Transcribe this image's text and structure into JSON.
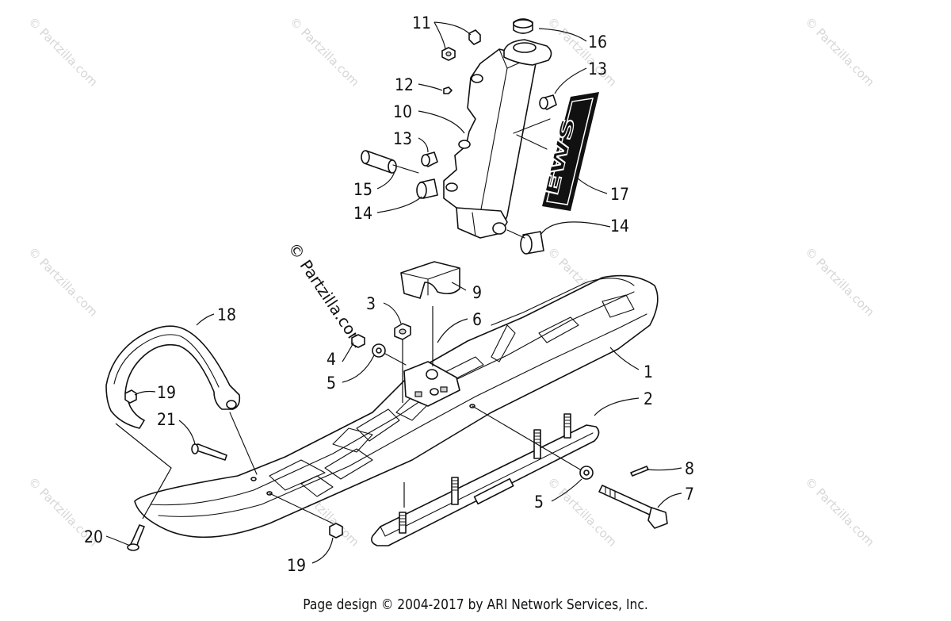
{
  "watermark": {
    "text": "© Partzilla.com",
    "main_text": "© Partzilla.com"
  },
  "callouts": [
    "1",
    "2",
    "3",
    "4",
    "5",
    "5",
    "6",
    "7",
    "8",
    "9",
    "10",
    "11",
    "12",
    "13",
    "13",
    "14",
    "14",
    "15",
    "16",
    "17",
    "18",
    "19",
    "19",
    "20",
    "21"
  ],
  "decal": {
    "text": "EWS"
  },
  "footer": {
    "text": "Page design © 2004-2017 by ARI Network Services, Inc."
  }
}
